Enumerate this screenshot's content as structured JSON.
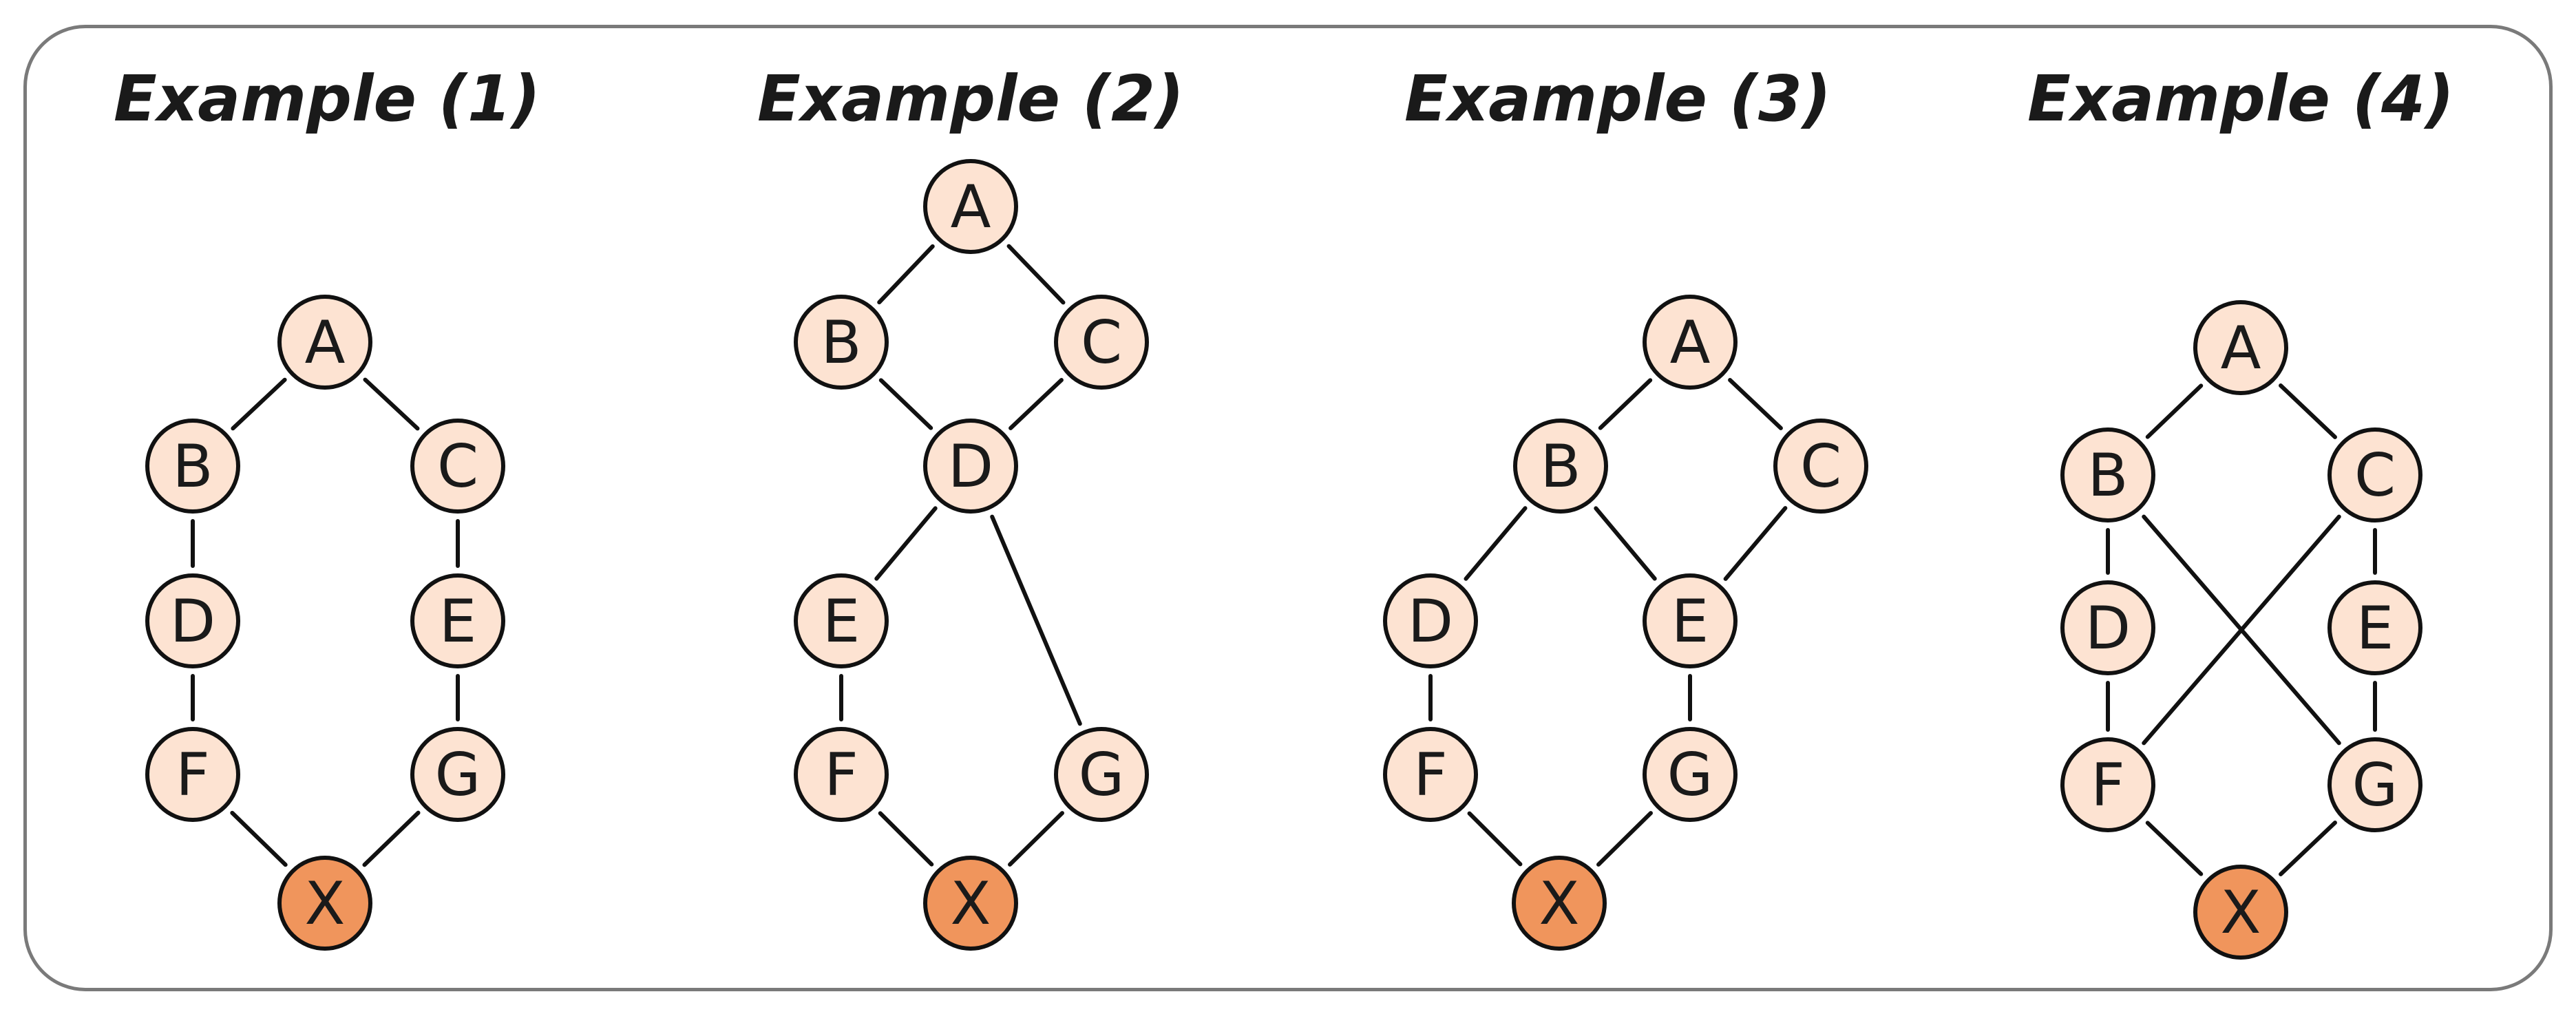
{
  "colors": {
    "node_fill": "#fde3d2",
    "target_fill": "#f0955c",
    "stroke": "#111111",
    "frame": "#7a7a7a"
  },
  "examples": [
    {
      "title": "Example (1)",
      "nodes": [
        "A",
        "B",
        "C",
        "D",
        "E",
        "F",
        "G",
        "X"
      ],
      "target": "X",
      "edges": [
        [
          "A",
          "B"
        ],
        [
          "A",
          "C"
        ],
        [
          "B",
          "D"
        ],
        [
          "D",
          "F"
        ],
        [
          "F",
          "X"
        ],
        [
          "C",
          "E"
        ],
        [
          "E",
          "G"
        ],
        [
          "G",
          "X"
        ]
      ]
    },
    {
      "title": "Example (2)",
      "nodes": [
        "A",
        "B",
        "C",
        "D",
        "E",
        "F",
        "G",
        "X"
      ],
      "target": "X",
      "edges": [
        [
          "A",
          "B"
        ],
        [
          "A",
          "C"
        ],
        [
          "B",
          "D"
        ],
        [
          "C",
          "D"
        ],
        [
          "D",
          "E"
        ],
        [
          "D",
          "G"
        ],
        [
          "E",
          "F"
        ],
        [
          "F",
          "X"
        ],
        [
          "G",
          "X"
        ]
      ]
    },
    {
      "title": "Example (3)",
      "nodes": [
        "A",
        "B",
        "C",
        "D",
        "E",
        "F",
        "G",
        "X"
      ],
      "target": "X",
      "edges": [
        [
          "A",
          "B"
        ],
        [
          "A",
          "C"
        ],
        [
          "B",
          "D"
        ],
        [
          "B",
          "E"
        ],
        [
          "C",
          "E"
        ],
        [
          "D",
          "F"
        ],
        [
          "E",
          "G"
        ],
        [
          "F",
          "X"
        ],
        [
          "G",
          "X"
        ]
      ]
    },
    {
      "title": "Example (4)",
      "nodes": [
        "A",
        "B",
        "C",
        "D",
        "E",
        "F",
        "G",
        "X"
      ],
      "target": "X",
      "edges": [
        [
          "A",
          "B"
        ],
        [
          "A",
          "C"
        ],
        [
          "B",
          "D"
        ],
        [
          "D",
          "F"
        ],
        [
          "B",
          "G"
        ],
        [
          "C",
          "F"
        ],
        [
          "C",
          "E"
        ],
        [
          "E",
          "G"
        ],
        [
          "F",
          "X"
        ],
        [
          "G",
          "X"
        ]
      ]
    }
  ]
}
